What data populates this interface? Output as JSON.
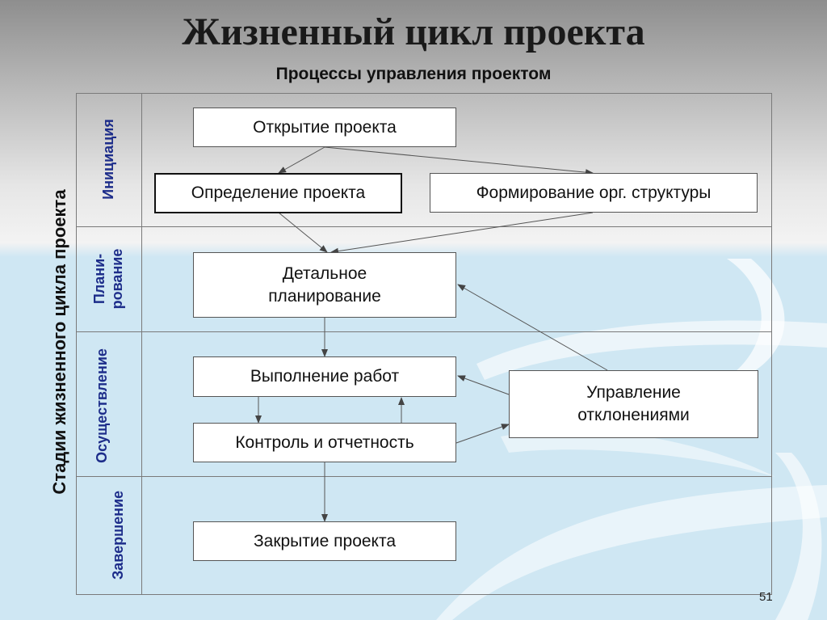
{
  "title": "Жизненный цикл проекта",
  "subtitle": "Процессы управления проектом",
  "axis_label": "Стадии жизненного цикла проекта",
  "stages": [
    {
      "label": "Инициация"
    },
    {
      "label": "Плани-\nрование"
    },
    {
      "label": "Осуществление"
    },
    {
      "label": "Завершение"
    }
  ],
  "boxes": {
    "open": "Открытие проекта",
    "define": "Определение проекта",
    "org": "Формирование орг. структуры",
    "plan": "Детальное\nпланирование",
    "exec": "Выполнение работ",
    "control": "Контроль и отчетность",
    "deviation": "Управление\nотклонениями",
    "close": "Закрытие проекта"
  },
  "page_number": "51",
  "colors": {
    "stage_label": "#1d2d8a",
    "arrow": "#555555"
  }
}
